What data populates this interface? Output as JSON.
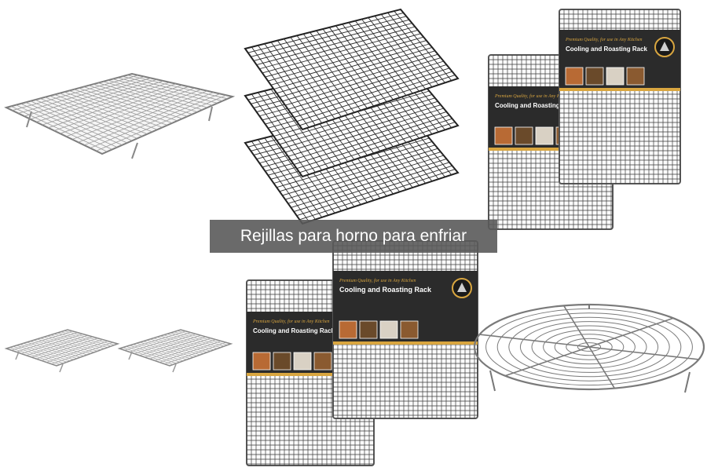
{
  "caption": "Rejillas para horno para enfriar",
  "colors": {
    "caption_bg": "#5a5a5a",
    "caption_text": "#ffffff",
    "chrome": "#8a8a8a",
    "dark_wire": "#2a2a2a",
    "label_gold": "#d9a640"
  },
  "product_label": {
    "headline": "Cooling and Roasting Rack",
    "tagline": "Premium Quality, for use in Any Kitchen"
  }
}
